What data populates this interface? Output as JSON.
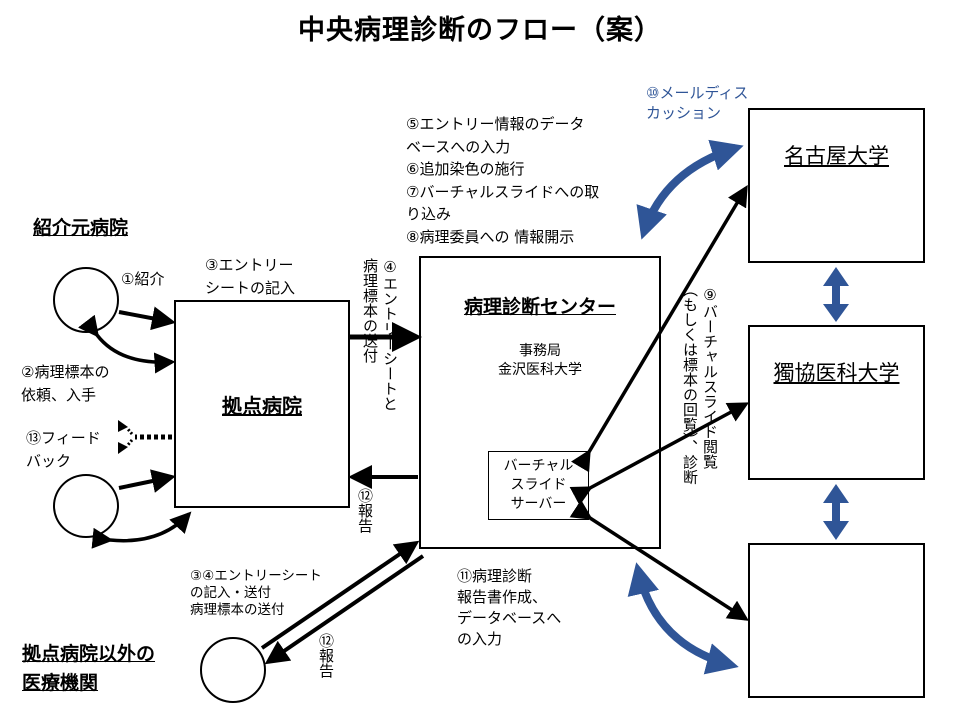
{
  "title": "中央病理診断のフロー（案）",
  "colors": {
    "accent_blue": "#2f5597",
    "line": "#000000"
  },
  "nodes": {
    "referring_hospital": {
      "label": "紹介元病院"
    },
    "base_hospital": {
      "label": "拠点病院"
    },
    "other_institutions": {
      "label": "拠点病院以外の\n医療機関"
    },
    "center": {
      "label": "病理診断センター",
      "sub": "事務局\n金沢医科大学"
    },
    "vs_server": {
      "label": "バーチャル\nスライド\nサーバー"
    },
    "nagoya": {
      "label": "名古屋大学"
    },
    "dokkyo": {
      "label": "獨協医科大学"
    },
    "third_univ": {
      "label": ""
    }
  },
  "steps": {
    "s1": "①紹介",
    "s2": "②病理標本の\n依頼、入手",
    "s3": "③エントリー\nシートの記入",
    "s4_a": "④エントリーシートと",
    "s4_b": "病理標本の送付",
    "s5_8": "⑤エントリー情報のデータ\nベースへの入力\n⑥追加染色の施行\n⑦バーチャルスライドへの取\nり込み\n⑧病理委員への 情報開示",
    "s9_a": "⑨バーチャルスライド閲覧",
    "s9_b": "（もしくは標本の回覧）、診断",
    "s10": "⑩メールディス\nカッション",
    "s11": "⑪病理診断\n報告書作成、\nデータベースへ\nの入力",
    "s12_upper": "⑫報告",
    "s12_lower": "⑫報告",
    "s13": "⑬フィード\nバック",
    "s34": "③④エントリーシート\nの記入・送付\n病理標本の送付"
  }
}
